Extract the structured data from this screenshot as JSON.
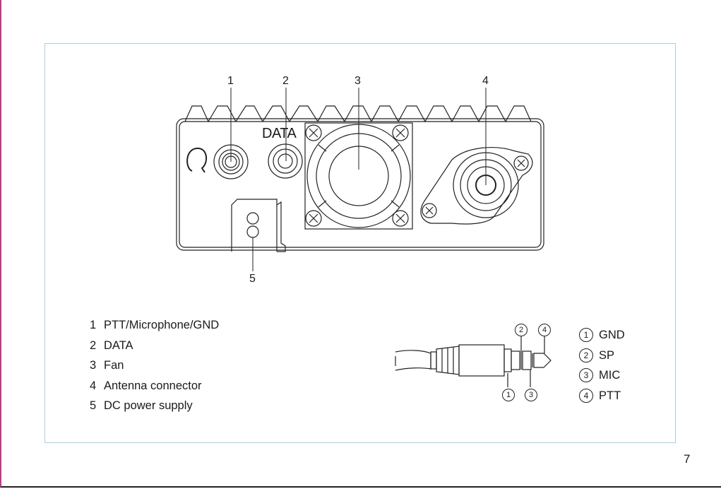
{
  "callouts": [
    "1",
    "2",
    "3",
    "4",
    "5"
  ],
  "panel": {
    "data_label": "DATA"
  },
  "legend": [
    {
      "num": "1",
      "label": "PTT/Microphone/GND"
    },
    {
      "num": "2",
      "label": "DATA"
    },
    {
      "num": "3",
      "label": "Fan"
    },
    {
      "num": "4",
      "label": "Antenna connector"
    },
    {
      "num": "5",
      "label": "DC power supply"
    }
  ],
  "plug_numbers": [
    "2",
    "4",
    "1",
    "3"
  ],
  "pins": [
    {
      "num": "1",
      "label": "GND"
    },
    {
      "num": "2",
      "label": "SP"
    },
    {
      "num": "3",
      "label": "MIC"
    },
    {
      "num": "4",
      "label": "PTT"
    }
  ],
  "page_number": "7"
}
